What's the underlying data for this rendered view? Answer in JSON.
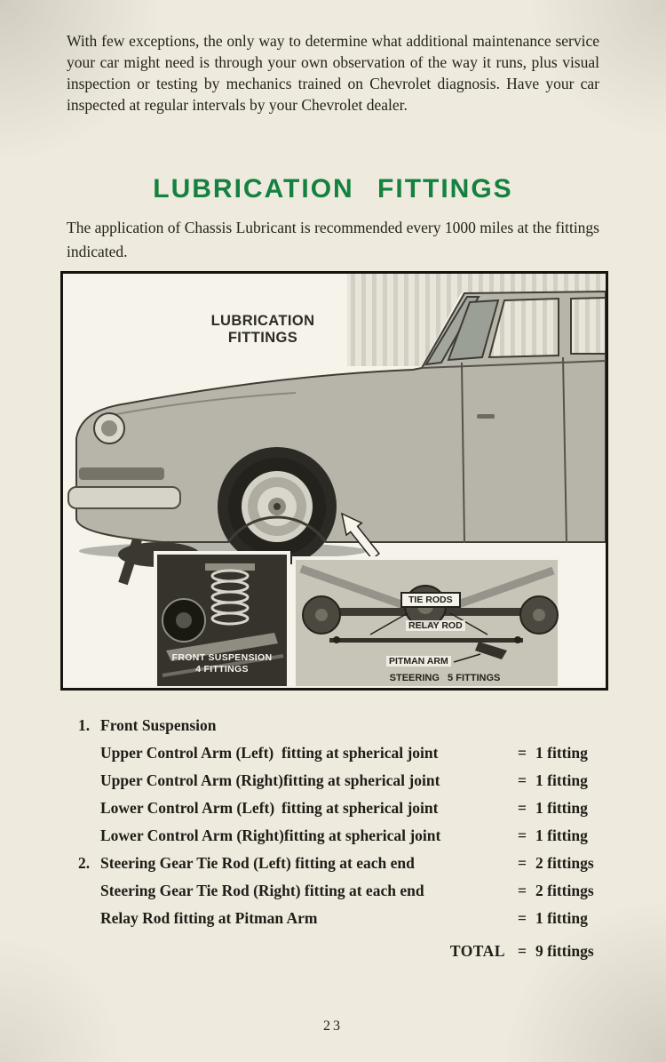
{
  "page": {
    "number": "23",
    "background_color": "#eeeade",
    "heading_color": "#14813f"
  },
  "intro": {
    "text": "With few exceptions, the only way to determine what additional maintenance service your car might need is through your own observation of the way it runs, plus visual inspection or testing by mechanics trained on Chevrolet diagnosis. Have your car inspected at regular intervals by your Chevrolet dealer."
  },
  "heading": {
    "text": "LUBRICATION FITTINGS"
  },
  "lead": {
    "text": "The application of Chassis Lubricant is recommended every 1000 miles at the fittings indicated."
  },
  "figure": {
    "caption_line1": "LUBRICATION",
    "caption_line2": "FITTINGS",
    "inset_front_suspension": {
      "line1": "FRONT SUSPENSION",
      "line2": "4 FITTINGS"
    },
    "inset_steering": {
      "tie_rods": "TIE RODS",
      "relay_rod": "RELAY ROD",
      "pitman_arm": "PITMAN ARM",
      "bottom": "STEERING   5 FITTINGS"
    }
  },
  "fittings": {
    "section1": {
      "num": "1.",
      "title": "Front Suspension",
      "items": [
        {
          "name": "Upper Control Arm (Left)",
          "desc": "fitting at spherical joint",
          "eq": "=",
          "value": "1 fitting"
        },
        {
          "name": "Upper Control Arm (Right)",
          "desc": "fitting at spherical joint",
          "eq": "=",
          "value": "1 fitting"
        },
        {
          "name": "Lower Control Arm (Left)",
          "desc": "fitting at spherical joint",
          "eq": "=",
          "value": "1 fitting"
        },
        {
          "name": "Lower Control Arm (Right)",
          "desc": "fitting at spherical joint",
          "eq": "=",
          "value": "1 fitting"
        }
      ]
    },
    "section2": {
      "num": "2.",
      "items": [
        {
          "name": "Steering Gear Tie Rod (Left) fitting at each end",
          "eq": "=",
          "value": "2 fittings"
        },
        {
          "name": "Steering Gear Tie Rod (Right) fitting at each end",
          "eq": "=",
          "value": "2 fittings"
        },
        {
          "name": "Relay Rod fitting at Pitman Arm",
          "eq": "=",
          "value": "1 fitting"
        }
      ]
    },
    "total": {
      "label": "TOTAL",
      "eq": "=",
      "value": "9 fittings"
    }
  }
}
